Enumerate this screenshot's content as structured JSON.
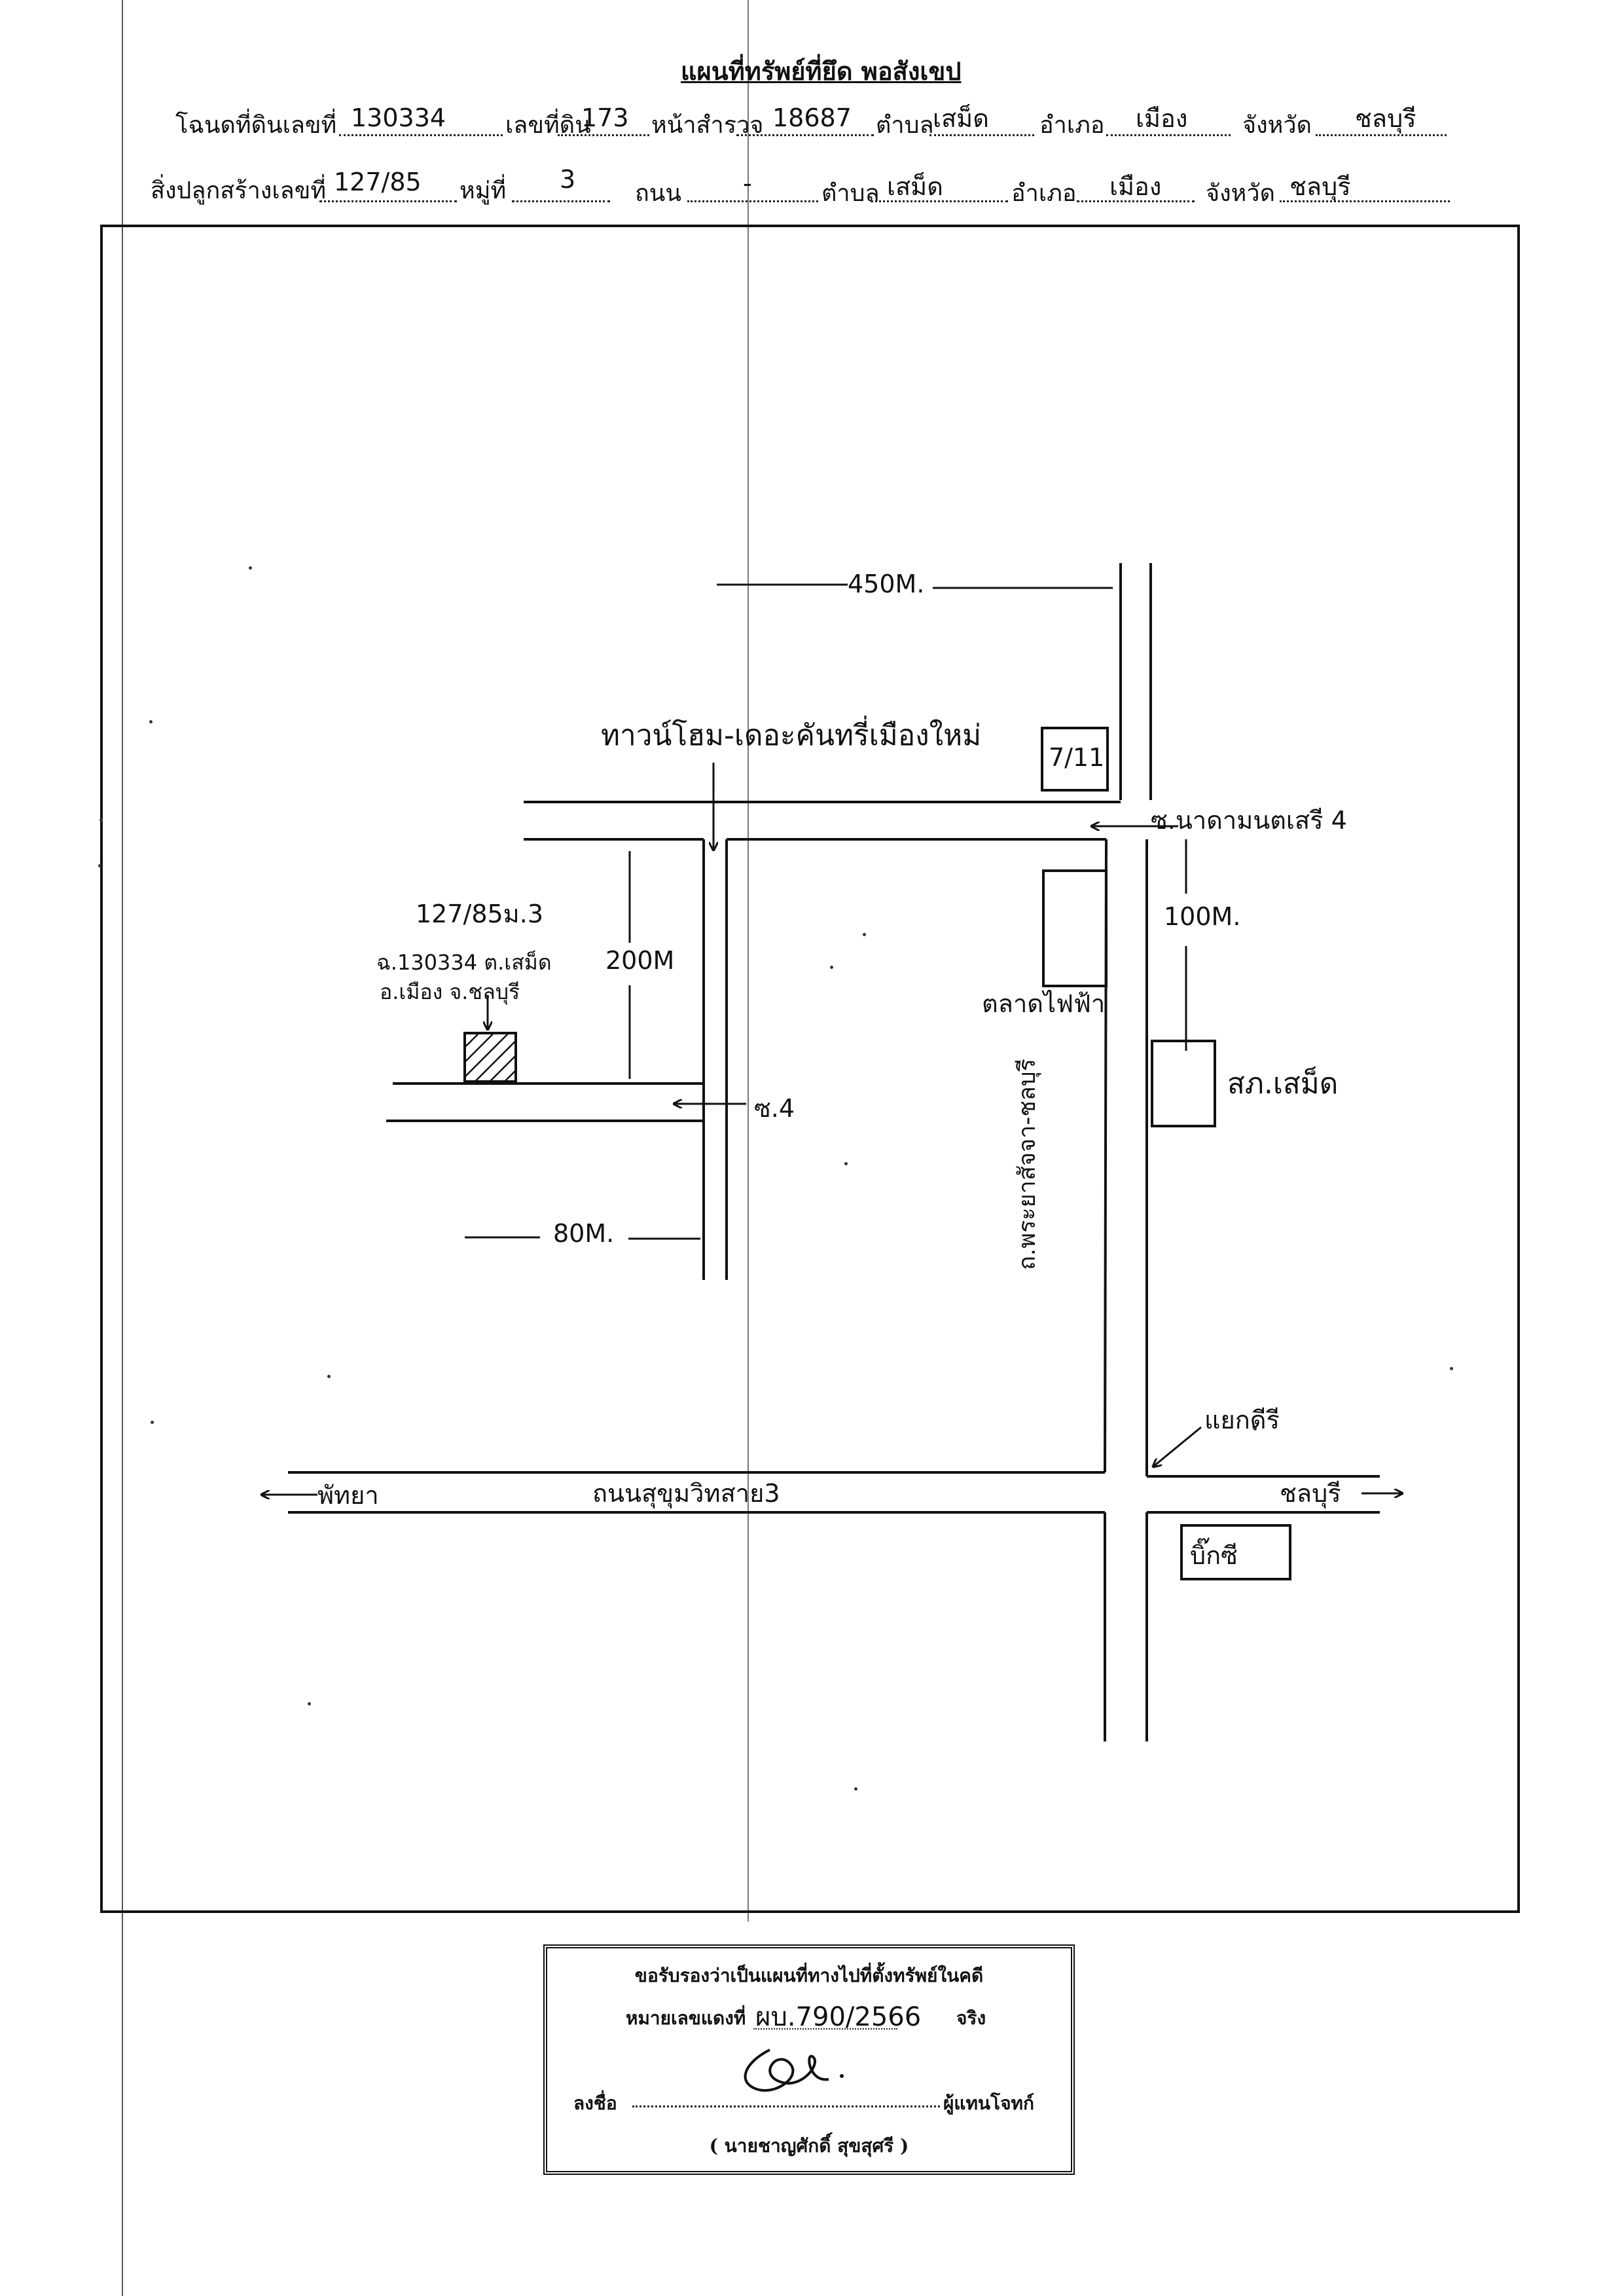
{
  "header": {
    "title": "แผนที่ทรัพย์ที่ยึด พอสังเขป",
    "row1": {
      "deed_label": "โฉนดที่ดินเลขที่",
      "deed_value": "130334",
      "land_no_label": "เลขที่ดิน",
      "land_no_value": "173",
      "survey_page_label": "หน้าสำรวจ",
      "survey_page_value": "18687",
      "subdistrict_label": "ตำบล",
      "subdistrict_value": "เสม็ด",
      "district_label": "อำเภอ",
      "district_value": "เมือง",
      "province_label": "จังหวัด",
      "province_value": "ชลบุรี"
    },
    "row2": {
      "building_label": "สิ่งปลูกสร้างเลขที่",
      "building_value": "127/85",
      "village_label": "หมู่ที่",
      "village_value": "3",
      "road_label": "ถนน",
      "road_value": "-",
      "subdistrict_label": "ตำบล",
      "subdistrict_value": "เสม็ด",
      "district_label": "อำเภอ",
      "district_value": "เมือง",
      "province_label": "จังหวัด",
      "province_value": "ชลบุรี"
    }
  },
  "map": {
    "dist_450": "450M.",
    "project_label": "ทาวน์โฮม-เดอะคันทรี่เมืองใหม่",
    "seven_eleven": "7/11",
    "soi_school": "ซ.นาดามนตเสรี 4",
    "dist_100": "100M.",
    "property_line1": "127/85ม.3",
    "property_line2": "ฉ.130334 ต.เสม็ด",
    "property_line3": "อ.เมือง จ.ชลบุรี",
    "dist_200": "200M",
    "market_label": "ตลาดไฟฟ้า",
    "station_label": "สภ.เสม็ด",
    "soi_4": "ซ.4",
    "dist_80": "80M.",
    "road_vertical": "ถ.พระยาสัจจา-ชลบุรี",
    "junction_label": "แยกดีรี",
    "pattaya_label": "พัทยา",
    "sukhumvit_label": "ถนนสุขุมวิทสาย3",
    "chonburi_label": "ชลบุรี",
    "bigc_label": "บิ๊กซี"
  },
  "certification": {
    "line1": "ขอรับรองว่าเป็นแผนที่ทางไปที่ตั้งทรัพย์ในคดี",
    "case_label": "หมายเลขแดงที่",
    "case_value": "ผบ.790/2566",
    "true_label": "จริง",
    "sign_label": "ลงชื่อ",
    "sign_role": "ผู้แทนโจทก์",
    "signer_name": "( นายชาญศักดิ์ สุขสุศรี )"
  }
}
